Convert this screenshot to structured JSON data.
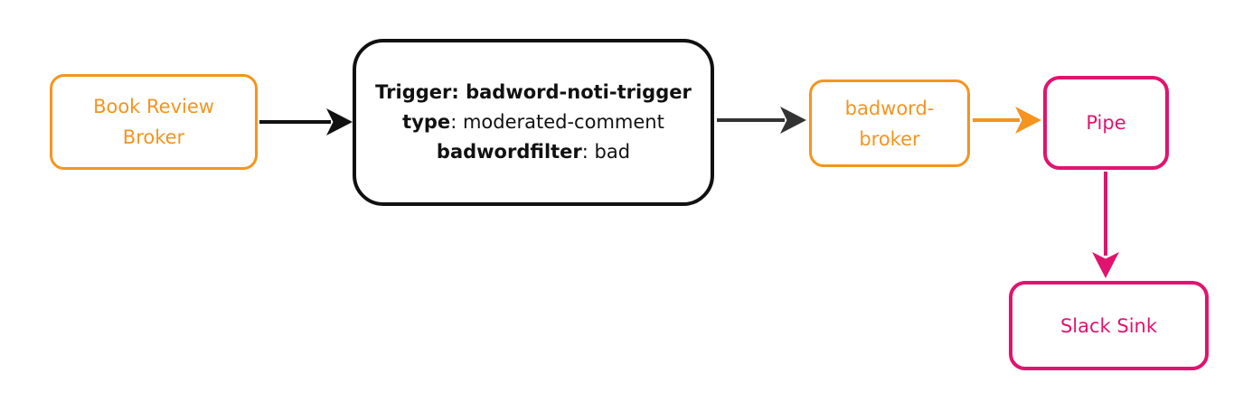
{
  "colors": {
    "orange": "#F5941F",
    "pink": "#E0146E",
    "ink": "#111111",
    "arrow_gray": "#333333"
  },
  "diagram": {
    "nodes": {
      "book_review_broker": {
        "label": "Book Review\nBroker"
      },
      "trigger": {
        "title": "Trigger: badword-noti-trigger",
        "type_key": "type",
        "type_value": ": moderated-comment",
        "filter_key": "badwordfilter",
        "filter_value": ": bad"
      },
      "badword_broker": {
        "label": "badword-\nbroker"
      },
      "pipe": {
        "label": "Pipe"
      },
      "slack_sink": {
        "label": "Slack Sink"
      }
    }
  }
}
